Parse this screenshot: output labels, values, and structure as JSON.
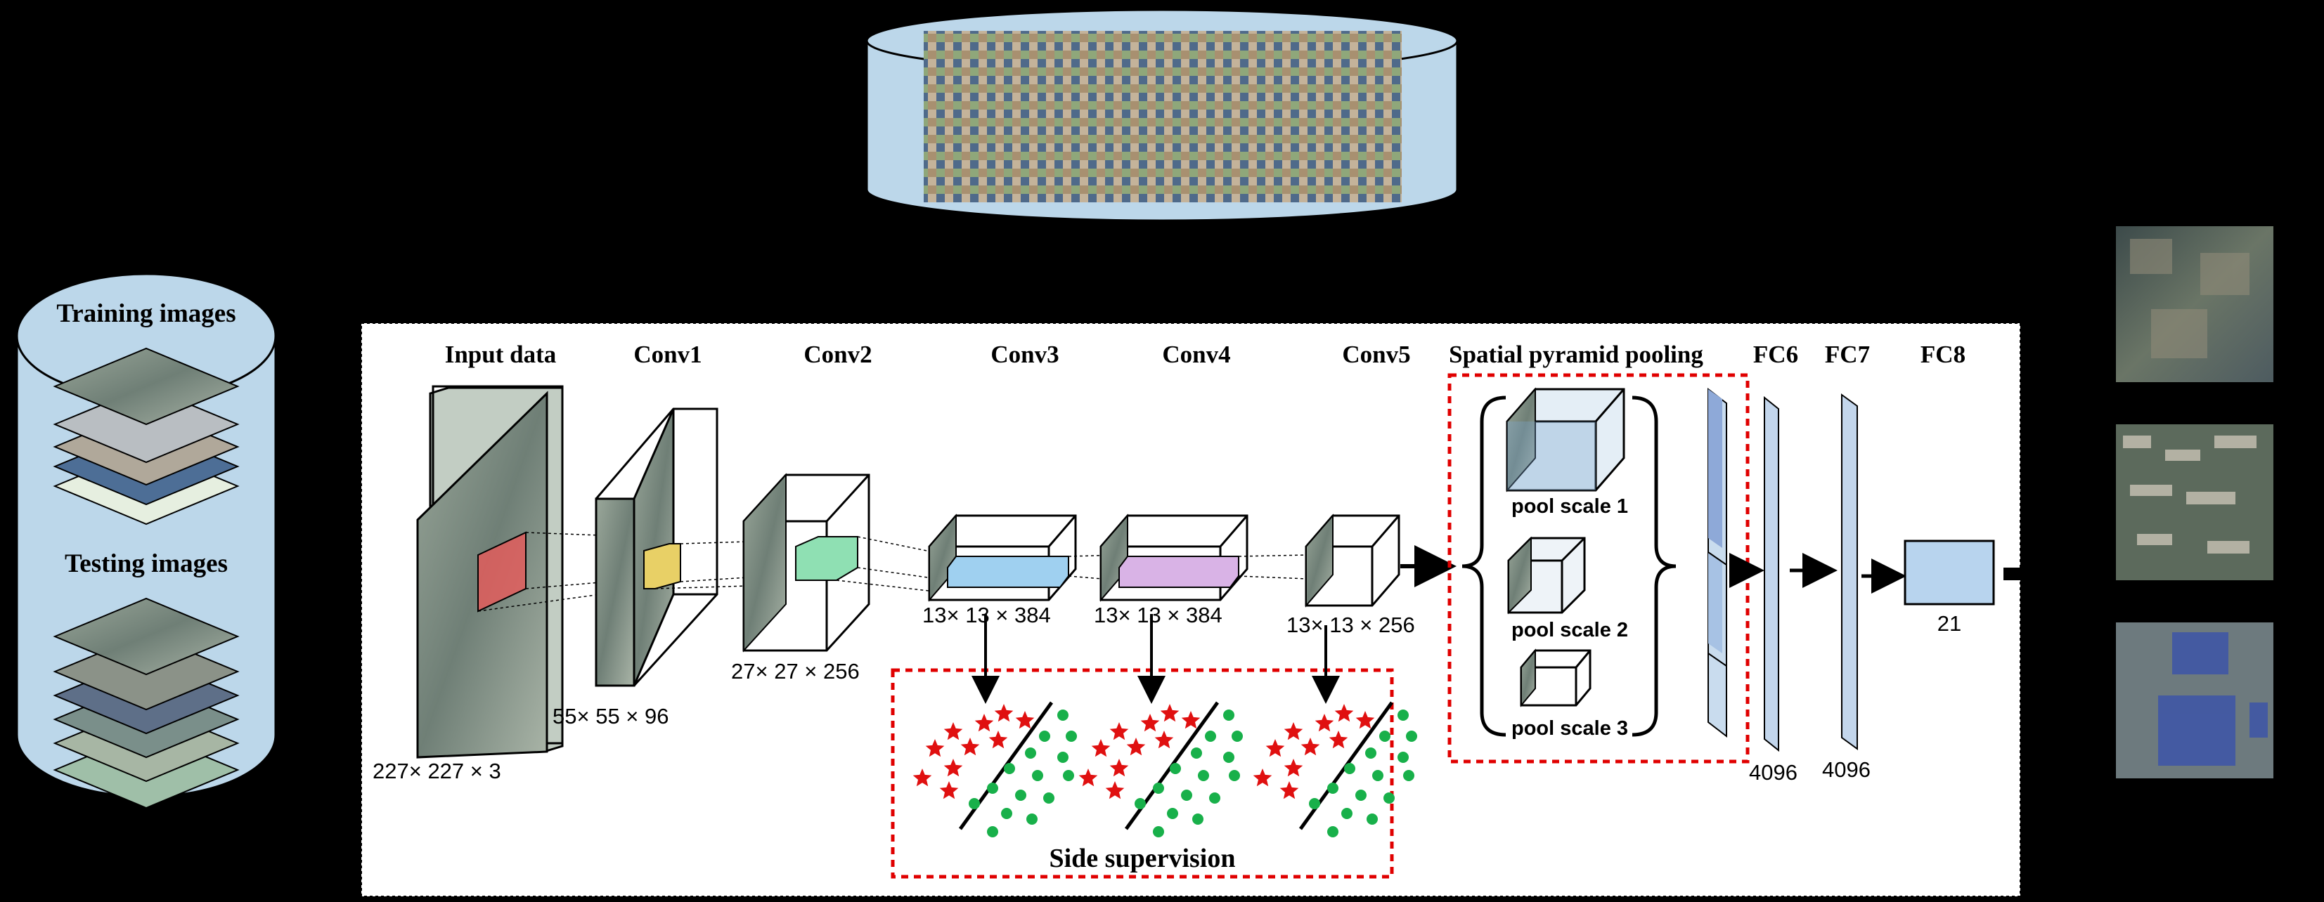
{
  "colors": {
    "background": "#000000",
    "panel": "#ffffff",
    "cylinder": "#bcd7ea",
    "pyramid_box": "#e00000",
    "star": "#e01010",
    "dot": "#18b04a",
    "conv3_fill": "#9fd0f0",
    "conv4_fill": "#d9b3e6",
    "conv2_fill": "#8fe0b3",
    "conv1_fill": "#e8d066",
    "input_fill": "#e85a5a",
    "fc_fill": "#c3d6ec",
    "fc8_fill": "#b8d4ee"
  },
  "dataset": {
    "training_label": "Training images",
    "testing_label": "Testing images"
  },
  "network": {
    "input_label": "Input data",
    "input_dim": "227× 227 × 3",
    "conv1_label": "Conv1",
    "conv1_dim": "55× 55 × 96",
    "conv2_label": "Conv2",
    "conv2_dim": "27× 27 × 256",
    "conv3_label": "Conv3",
    "conv3_dim": "13× 13 × 384",
    "conv4_label": "Conv4",
    "conv4_dim": "13× 13 × 384",
    "conv5_label": "Conv5",
    "conv5_dim": "13× 13 × 256",
    "spp_label": "Spatial pyramid pooling",
    "pool1": "pool scale 1",
    "pool2": "pool scale 2",
    "pool3": "pool scale 3",
    "fc6_label": "FC6",
    "fc6_dim": "4096",
    "fc7_label": "FC7",
    "fc7_dim": "4096",
    "fc8_label": "FC8",
    "fc8_dim": "21",
    "side_label": "Side supervision"
  },
  "icons": [
    "imagenet-mosaic-icon",
    "satellite-image-icon",
    "star-icon",
    "dot-icon",
    "arrow-icon"
  ]
}
